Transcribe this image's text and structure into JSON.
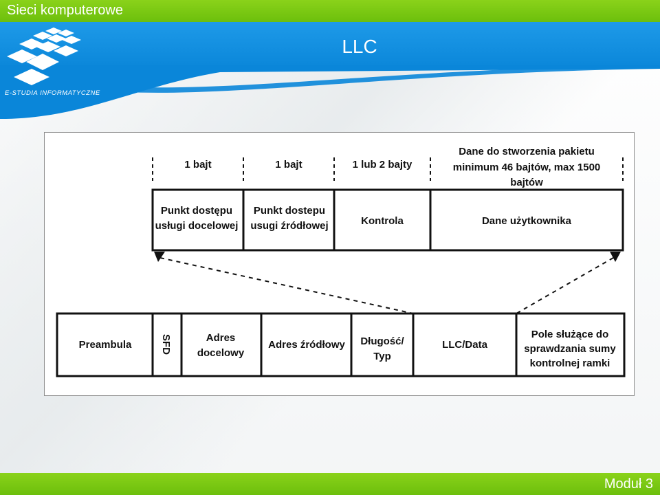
{
  "header": {
    "course": "Sieci komputerowe",
    "slide_title": "LLC",
    "logo_text": "E-STUDIA INFORMATYCZNE"
  },
  "footer": {
    "module": "Moduł 3"
  },
  "llc_frame": {
    "sizes": [
      "1 bajt",
      "1 bajt",
      "1 lub 2 bajty",
      [
        "Dane do stworzenia pakietu",
        "minimum 46 bajtów, max 1500",
        "bajtów"
      ]
    ],
    "fields": [
      [
        "Punkt dostępu",
        "usługi docelowej"
      ],
      [
        "Punkt dostepu",
        "usugi źródłowej"
      ],
      [
        "Kontrola"
      ],
      [
        "Dane użytkownika"
      ]
    ]
  },
  "ethernet_frame": {
    "fields": [
      [
        "Preambula"
      ],
      [
        "SFD"
      ],
      [
        "Adres",
        "docelowy"
      ],
      [
        "Adres źródłowy"
      ],
      [
        "Długość/",
        "Typ"
      ],
      [
        "LLC/Data"
      ],
      [
        "Pole służące do",
        "sprawdzania sumy",
        "kontrolnej ramki"
      ]
    ]
  },
  "colors": {
    "green": "#7ac70f",
    "blue": "#0a86d9"
  }
}
